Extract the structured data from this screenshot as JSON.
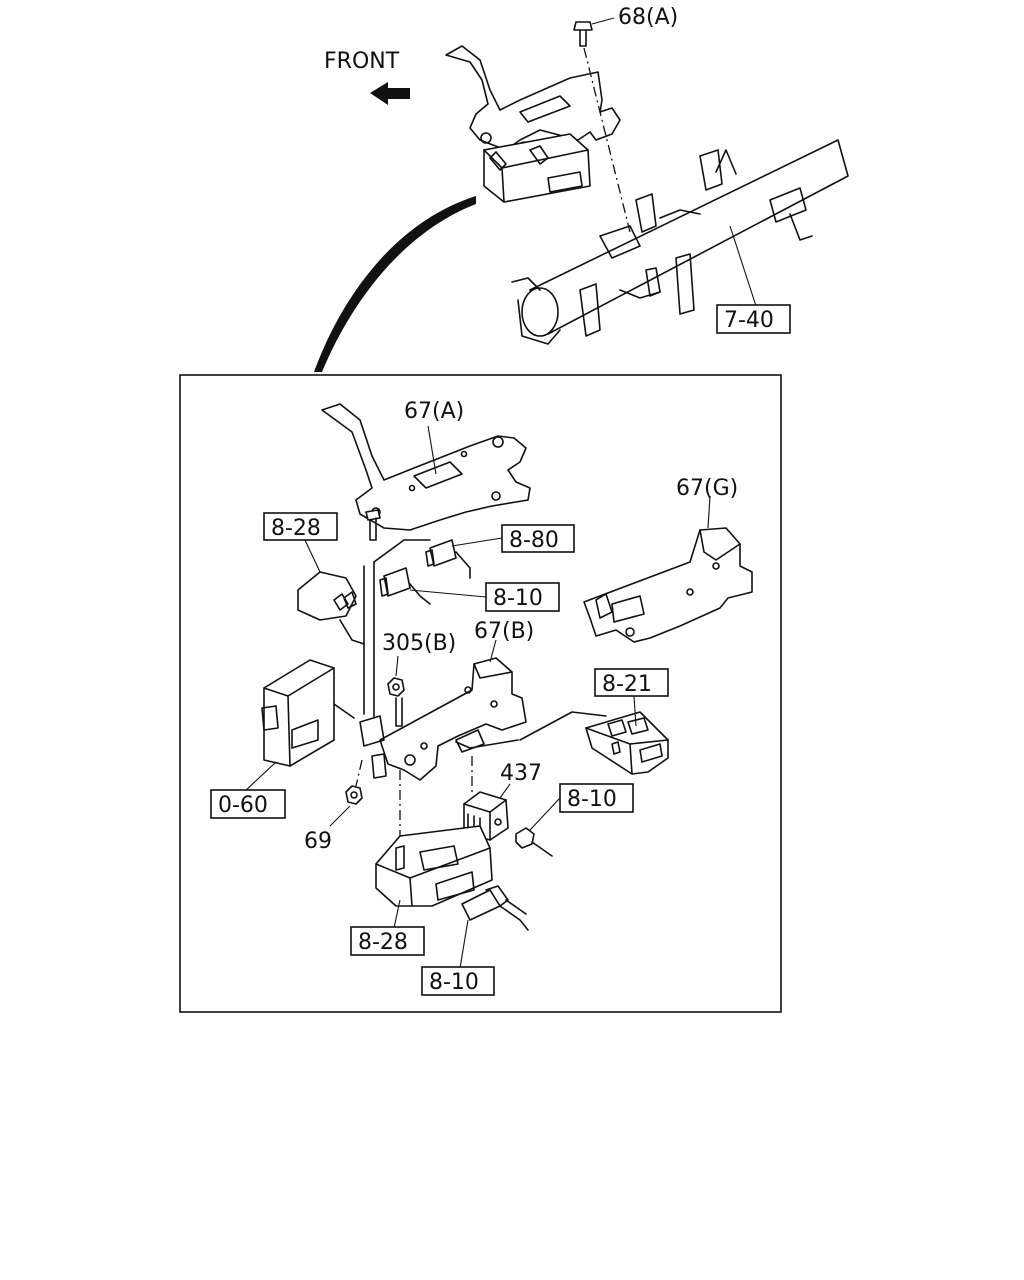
{
  "labels": {
    "front": "FRONT",
    "bolt_68a": "68(A)",
    "ref_7_40": "7-40",
    "bracket_67a": "67(A)",
    "bracket_67g": "67(G)",
    "ref_8_28_top": "8-28",
    "ref_8_80": "8-80",
    "ref_8_10_a": "8-10",
    "nut_305b": "305(B)",
    "bracket_67b": "67(B)",
    "ref_8_21": "8-21",
    "ref_0_60": "0-60",
    "part_437": "437",
    "ref_8_10_b": "8-10",
    "nut_69": "69",
    "ref_8_28_bottom": "8-28",
    "ref_8_10_c": "8-10"
  }
}
